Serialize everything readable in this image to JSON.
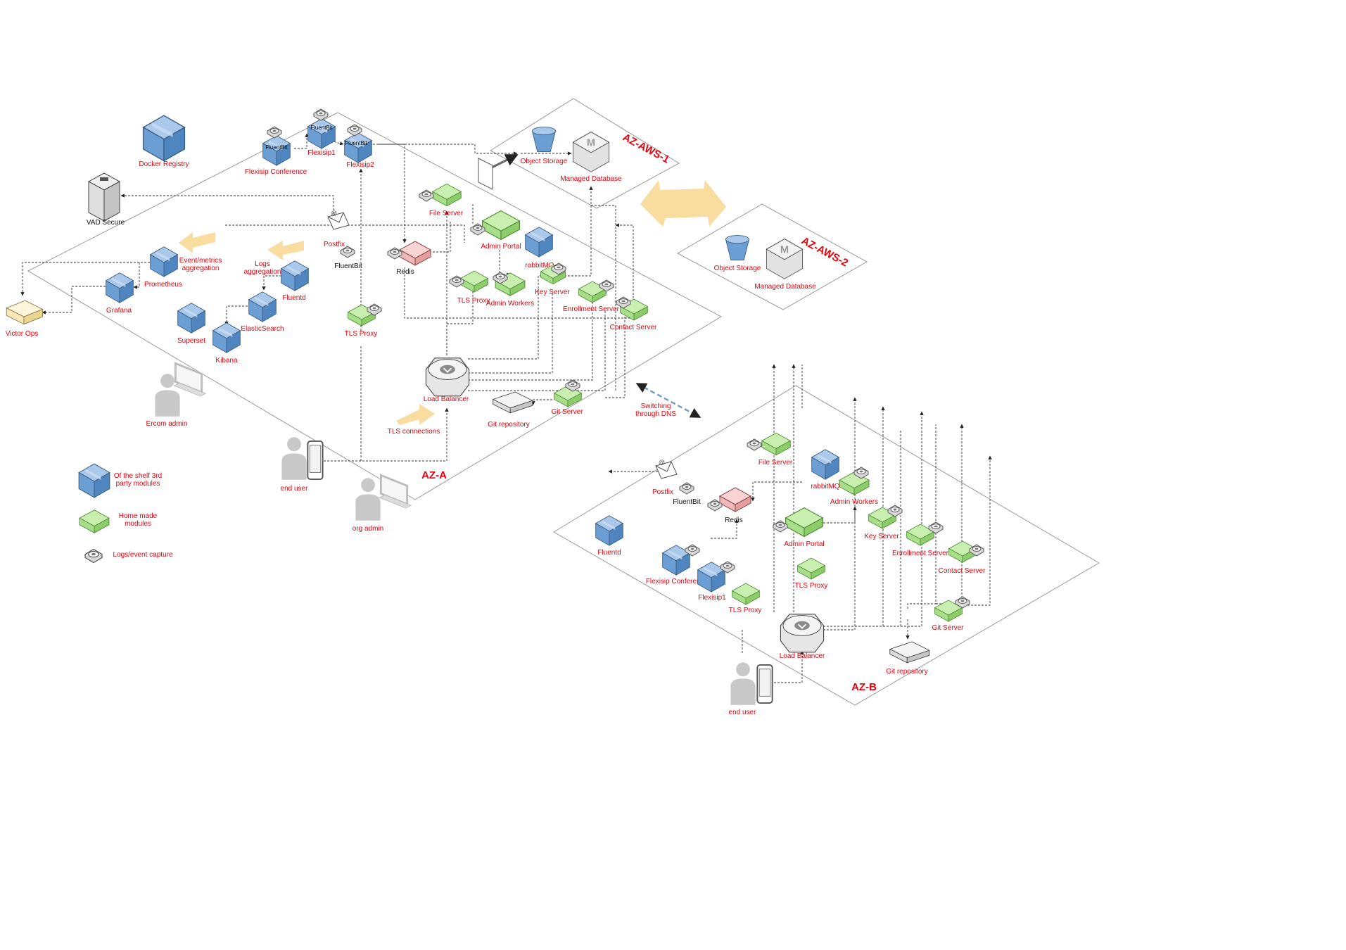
{
  "colors": {
    "third_party": "#6b9fd4",
    "home_made": "#a8de8a",
    "redis": "#f1b8b8",
    "label_red": "#e8000b",
    "arrow_yellow": "#f9dca0"
  },
  "zones": {
    "az_a": "AZ-A",
    "az_b": "AZ-B",
    "aws1": "AZ-AWS-1",
    "aws2": "AZ-AWS-2"
  },
  "az_a": {
    "docker_registry": "Docker Registry",
    "vad_secure": "VAD Secure",
    "flexisip_conference": "Flexisip Conference",
    "flexisip1": "Flexisip1",
    "flexisip2": "Flexisip2",
    "fluentbit": "FluentBit",
    "file_server": "File Server",
    "postfix": "Postfix",
    "redis": "Redis",
    "admin_portal": "Admin Portal",
    "rabbitmq": "rabbitMQ",
    "tls_proxy": "TLS Proxy",
    "admin_workers": "Admin Workers",
    "key_server": "Key Server",
    "enrollment_server": "Enrollment Server",
    "contact_server": "Contact Server",
    "load_balancer": "Load Balancer",
    "git_repository": "Git repository",
    "git_server": "Git Server",
    "tls_connections": "TLS connections",
    "event_metrics": [
      "Event/metrics",
      "aggregation"
    ],
    "logs_aggregation": [
      "Logs",
      "aggregation"
    ],
    "prometheus": "Prometheus",
    "grafana": "Grafana",
    "victor_ops": "Victor Ops",
    "fluentd": "Fluentd",
    "elasticsearch": "ElasticSearch",
    "superset": "Superset",
    "kibana": "Kibana",
    "ercom_admin": "Ercom admin",
    "end_user": "end user",
    "org_admin": "org admin"
  },
  "aws1": {
    "object_storage": "Object Storage",
    "managed_database": "Managed Database"
  },
  "aws2": {
    "object_storage": "Object Storage",
    "managed_database": "Managed Database"
  },
  "switching": [
    "Switching",
    "through DNS"
  ],
  "az_b": {
    "file_server": "File Server",
    "postfix": "Postfix",
    "fluentbit": "FluentBit",
    "rabbitmq": "rabbitMQ",
    "admin_workers": "Admin Workers",
    "redis": "Redis",
    "admin_portal": "Admin Portal",
    "key_server": "Key Server",
    "enrollment_server": "Enrollment Server",
    "contact_server": "Contact Server",
    "fluentd": "Fluentd",
    "flexisip_conference": "Flexisip Conference",
    "flexisip1": "Flexisip1",
    "tls_proxy_1": "TLS Proxy",
    "tls_proxy_2": "TLS Proxy",
    "load_balancer": "Load Balancer",
    "git_server": "Git Server",
    "git_repository": "Git repository",
    "end_user": "end user"
  },
  "legend": {
    "third_party": [
      "Of the shelf 3rd",
      "party modules"
    ],
    "home_made": [
      "Home made",
      "modules"
    ],
    "logs_capture": "Logs/event capture"
  }
}
